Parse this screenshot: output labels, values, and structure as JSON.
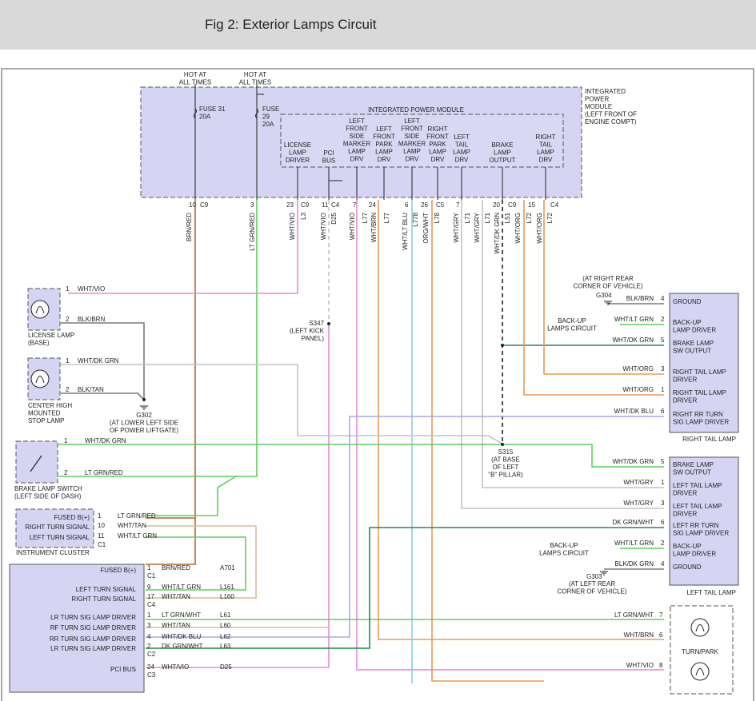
{
  "header": {
    "title": "Fig 2: Exterior Lamps Circuit"
  },
  "colors": {
    "module_fill": "#d5d5f3",
    "frame": "#555555",
    "pink": "#e58ad8",
    "green": "#5cd05c",
    "brown": "#b86a28",
    "orange": "#e89a52",
    "tan": "#d7bb9c",
    "gray": "#c3c3c3",
    "lightblue": "#83cfe6",
    "darkgreen": "#208a48",
    "black": "#333333",
    "lavender": "#a8a8e8",
    "olive": "#7b7b72"
  },
  "ipm": {
    "label_lines": [
      "INTEGRATED",
      "POWER",
      "MODULE",
      "(LEFT FRONT OF",
      "ENGINE COMPT)"
    ],
    "inner_title": "INTEGRATED POWER MODULE",
    "hot1": [
      "HOT AT",
      "ALL TIMES"
    ],
    "hot2": [
      "HOT AT",
      "ALL TIMES"
    ],
    "fuse31": [
      "FUSE 31",
      "20A"
    ],
    "fuse29": [
      "FUSE",
      "29",
      "20A"
    ],
    "drivers": [
      [
        "LICENSE",
        "LAMP",
        "DRIVER"
      ],
      [
        "PCI",
        "BUS"
      ],
      [
        "LEFT",
        "FRONT",
        "SIDE",
        "MARKER",
        "LAMP",
        "DRV"
      ],
      [
        "LEFT",
        "FRONT",
        "PARK",
        "LAMP",
        "DRV"
      ],
      [
        "LEFT",
        "FRONT",
        "SIDE",
        "MARKER",
        "LAMP",
        "DRV"
      ],
      [
        "RIGHT",
        "FRONT",
        "PARK",
        "LAMP",
        "DRV"
      ],
      [
        "LEFT",
        "TAIL",
        "LAMP",
        "DRV"
      ],
      [
        "BRAKE",
        "LAMP",
        "OUTPUT"
      ],
      [
        "RIGHT",
        "TAIL",
        "LAMP",
        "DRV"
      ]
    ],
    "pins": [
      "10",
      "C9",
      "3",
      "23",
      "C9",
      "11",
      "C4",
      "7",
      "24",
      "6",
      "26",
      "C5",
      "7",
      "20",
      "C9",
      "15",
      "C4"
    ],
    "wire_labels": [
      "BRN/RED",
      "LT GRN/RED",
      "WHT/VIO",
      "L3",
      "WHT/VIO",
      "D25",
      "WHT/VIO",
      "L77",
      "WHT/BRN",
      "L77",
      "WHT/LT BLU",
      "L778",
      "ORG/WHT",
      "L78",
      "WHT/GRY",
      "L71",
      "WHT/GRY",
      "L71",
      "WHT/DK GRN",
      "L51",
      "WHT/ORG",
      "L72",
      "WHT/ORG",
      "L72"
    ]
  },
  "left_parts": {
    "license": {
      "label": [
        "LICENSE LAMP",
        "(BASE)"
      ],
      "w1": "WHT/VIO",
      "w2": "BLK/BRN",
      "p1": "1",
      "p2": "2"
    },
    "chmsl": {
      "label": [
        "CENTER HIGH",
        "MOUNTED",
        "STOP LAMP"
      ],
      "w1": "WHT/DK GRN",
      "w2": "BLK/TAN",
      "p1": "1",
      "p2": "2"
    },
    "g302": {
      "label": [
        "G302",
        "(AT LOWER LEFT SIDE",
        "OF POWER LIFTGATE)"
      ]
    },
    "brake_switch": {
      "label": [
        "BRAKE LAMP SWITCH",
        "(LEFT SIDE OF DASH)"
      ],
      "w1": "WHT/DK GRN",
      "w2": "LT GRN/RED",
      "p1": "1",
      "p2": "2"
    },
    "s347": [
      "S347",
      "(LEFT KICK",
      "PANEL)"
    ],
    "s315": [
      "S315",
      "(AT BASE",
      "OF LEFT",
      "\"B\" PILLAR)"
    ]
  },
  "cluster": {
    "label": "INSTRUMENT CLUSTER",
    "rows": [
      {
        "name": "FUSED B(+)",
        "pin": "1",
        "wire": "LT GRN/RED"
      },
      {
        "name": "RIGHT TURN SIGNAL",
        "pin": "10",
        "wire": "WHT/TAN"
      },
      {
        "name": "LEFT TURN SIGNAL",
        "pin": "11",
        "wire": "WHT/LT GRN"
      }
    ],
    "connector": "C1"
  },
  "lower_module": {
    "rows": [
      {
        "name": "FUSED B(+)",
        "pin": "1",
        "wire": "BRN/RED",
        "circuit": "A701",
        "conn": "C1"
      },
      {
        "name": "LEFT TURN SIGNAL",
        "pin": "9",
        "wire": "WHT/LT GRN",
        "circuit": "L161",
        "conn": ""
      },
      {
        "name": "RIGHT TURN SIGNAL",
        "pin": "17",
        "wire": "WHT/TAN",
        "circuit": "L160",
        "conn": "C4"
      },
      {
        "name": "LR TURN SIG LAMP DRIVER",
        "pin": "1",
        "wire": "LT GRN/WHT",
        "circuit": "L61",
        "conn": ""
      },
      {
        "name": "RF TURN SIG LAMP DRIVER",
        "pin": "3",
        "wire": "WHT/TAN",
        "circuit": "L60",
        "conn": ""
      },
      {
        "name": "RR TURN SIG LAMP DRIVER",
        "pin": "4",
        "wire": "WHT/DK BLU",
        "circuit": "L62",
        "conn": ""
      },
      {
        "name": "LR TURN SIG LAMP DRIVER",
        "pin": "2",
        "wire": "DK GRN/WHT",
        "circuit": "L63",
        "conn": "C2"
      },
      {
        "name": "PCI BUS",
        "pin": "24",
        "wire": "WHT/VIO",
        "circuit": "D25",
        "conn": "C3"
      }
    ]
  },
  "right_tail": {
    "label": "RIGHT TAIL LAMP",
    "location": [
      "(AT RIGHT REAR",
      "CORNER OF VEHICLE)"
    ],
    "ground_id": "G304",
    "rows": [
      {
        "name": [
          "GROUND"
        ],
        "pin": "4",
        "wire": "BLK/BRN"
      },
      {
        "name": [
          "BACK-UP",
          "LAMP DRIVER"
        ],
        "pin": "2",
        "wire": "WHT/LT GRN"
      },
      {
        "name": [
          "BRAKE LAMP",
          "SW OUTPUT"
        ],
        "pin": "5",
        "wire": "WHT/DK GRN"
      },
      {
        "name": [
          "RIGHT TAIL LAMP",
          "DRIVER"
        ],
        "pin": "3",
        "wire": "WHT/ORG"
      },
      {
        "name": [
          "RIGHT TAIL LAMP",
          "DRIVER"
        ],
        "pin": "1",
        "wire": "WHT/ORG"
      },
      {
        "name": [
          "RIGHT RR TURN",
          "SIG LAMP DRIVER"
        ],
        "pin": "6",
        "wire": "WHT/DK BLU"
      }
    ],
    "backup_circuit": [
      "BACK-UP",
      "LAMPS CIRCUIT"
    ]
  },
  "left_tail": {
    "label": "LEFT TAIL LAMP",
    "location": [
      "(AT LEFT REAR",
      "CORNER OF VEHICLE)"
    ],
    "ground_id": "G303",
    "rows": [
      {
        "name": [
          "BRAKE LAMP",
          "SW OUTPUT"
        ],
        "pin": "5",
        "wire": "WHT/DK GRN"
      },
      {
        "name": [
          "LEFT TAIL LAMP",
          "DRIVER"
        ],
        "pin": "1",
        "wire": "WHT/GRY"
      },
      {
        "name": [
          "LEFT TAIL LAMP",
          "DRIVER"
        ],
        "pin": "3",
        "wire": "WHT/GRY"
      },
      {
        "name": [
          "LEFT RR TURN",
          "SIG LAMP DRIVER"
        ],
        "pin": "6",
        "wire": "DK GRN/WHT"
      },
      {
        "name": [
          "BACK-UP",
          "LAMP DRIVER"
        ],
        "pin": "2",
        "wire": "WHT/LT GRN"
      },
      {
        "name": [
          "GROUND"
        ],
        "pin": "4",
        "wire": "BLK/DK GRN"
      }
    ],
    "backup_circuit": [
      "BACK-UP",
      "LAMPS CIRCUIT"
    ]
  },
  "turn_park": {
    "label": "TURN/PARK",
    "rows": [
      {
        "pin": "7",
        "wire": "LT GRN/WHT"
      },
      {
        "pin": "6",
        "wire": "WHT/BRN"
      },
      {
        "pin": "8",
        "wire": "WHT/VIO"
      }
    ]
  }
}
